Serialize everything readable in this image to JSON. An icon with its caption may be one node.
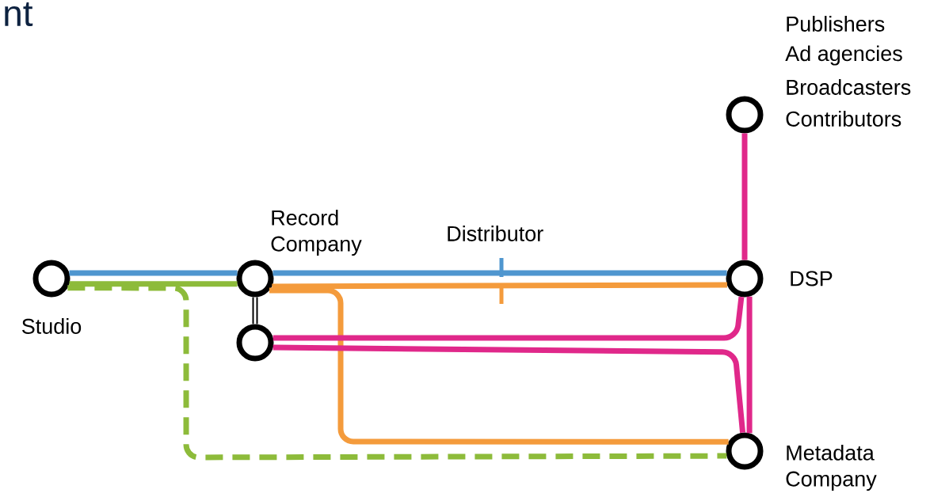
{
  "diagram": {
    "title": "nt",
    "nodes": [
      {
        "text": [],
        "shape": "circle",
        "beside": [
          "Studio"
        ]
      },
      {
        "text": [],
        "shape": "circle",
        "beside": [
          "Record Company"
        ]
      },
      {
        "text": [],
        "shape": "circle"
      },
      {
        "text": [],
        "shape": "circle",
        "beside": [
          "DSP"
        ]
      },
      {
        "text": [],
        "shape": "circle",
        "beside": [
          "Metadata Company"
        ]
      },
      {
        "text": [],
        "shape": "circle",
        "beside": [
          "Publishers",
          "Ad agencies",
          "Broadcasters",
          "Contributors"
        ]
      }
    ],
    "edges": [
      {
        "from": 0,
        "to": 1,
        "arrow": "none",
        "color": "#4f96cf"
      },
      {
        "from": 0,
        "to": 1,
        "arrow": "none",
        "color": "#8dbb3a"
      },
      {
        "from": 0,
        "to": 4,
        "arrow": "none",
        "style": "dashed",
        "color": "#8dbb3a"
      },
      {
        "from": 1,
        "to": 3,
        "arrow": "none",
        "color": "#4f96cf"
      },
      {
        "from": 1,
        "to": 3,
        "arrow": "none",
        "color": "#f49b3c"
      },
      {
        "from": 1,
        "to": 4,
        "arrow": "none",
        "color": "#f49b3c"
      },
      {
        "from": 1,
        "to": 2,
        "arrow": "none",
        "color": "#000000"
      },
      {
        "from": 2,
        "to": 3,
        "arrow": "none",
        "color": "#e0288a"
      },
      {
        "from": 2,
        "to": 4,
        "arrow": "none",
        "color": "#e0288a"
      },
      {
        "from": 3,
        "to": 4,
        "arrow": "none",
        "color": "#e0288a"
      },
      {
        "from": 5,
        "to": 3,
        "arrow": "none",
        "color": "#e0288a"
      }
    ],
    "labels": [
      "Distributor"
    ]
  }
}
